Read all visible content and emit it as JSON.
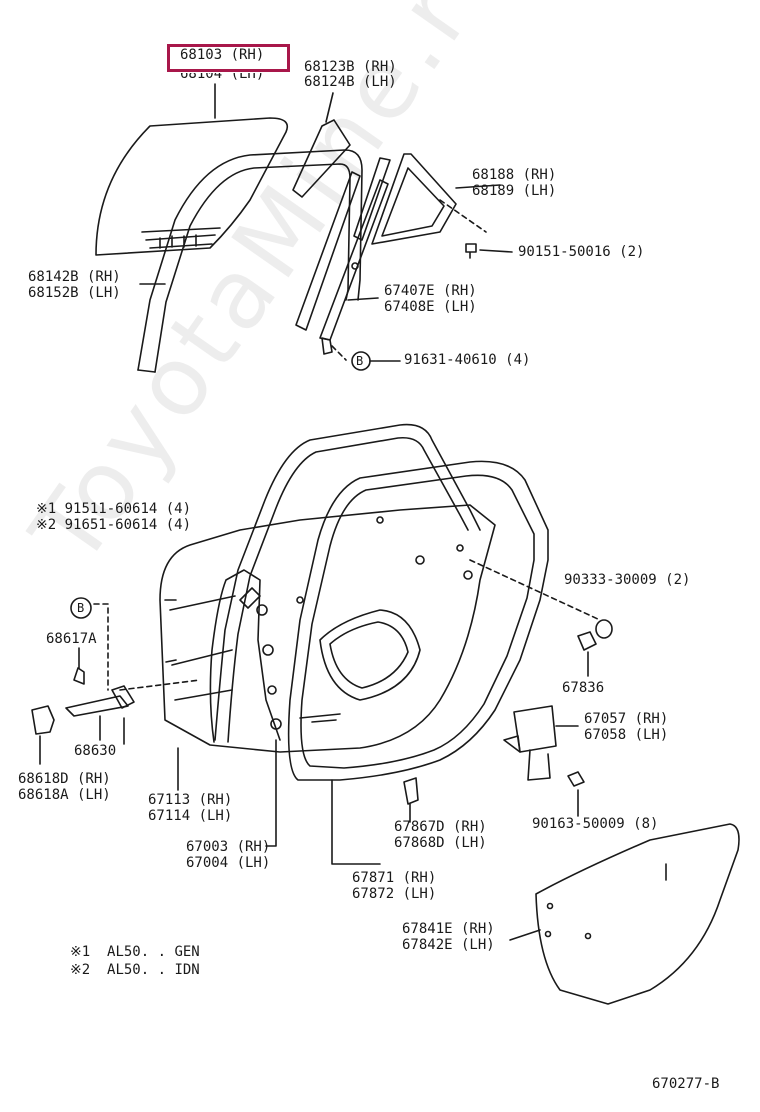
{
  "watermark": "ToyotaMine.ru",
  "highlight": {
    "code_rh": "68103 (RH)",
    "code_lh": "68104 (LH)",
    "color": "#a8174a"
  },
  "labels": {
    "p68123": [
      "68123B (RH)",
      "68124B (LH)"
    ],
    "p68188": [
      "68188 (RH)",
      "68189 (LH)"
    ],
    "p90151": "90151-50016 (2)",
    "p68142": [
      "68142B (RH)",
      "68152B (LH)"
    ],
    "p67407": [
      "67407E (RH)",
      "67408E (LH)"
    ],
    "p91631_marker": "B",
    "p91631": "91631-40610 (4)",
    "p91511": [
      "※1 91511-60614 (4)",
      "※2 91651-60614 (4)"
    ],
    "p90333": "90333-30009 (2)",
    "p68617_marker": "B",
    "p68617": "68617A",
    "p67836": "67836",
    "p67057": [
      "67057 (RH)",
      "67058 (LH)"
    ],
    "p68630": "68630",
    "p68618": [
      "68618D (RH)",
      "68618A (LH)"
    ],
    "p90163": "90163-50009 (8)",
    "p67113": [
      "67113 (RH)",
      "67114 (LH)"
    ],
    "p67867": [
      "67867D (RH)",
      "67868D (LH)"
    ],
    "p67003": [
      "67003 (RH)",
      "67004 (LH)"
    ],
    "p67871": [
      "67871 (RH)",
      "67872 (LH)"
    ],
    "p67841": [
      "67841E (RH)",
      "67842E (LH)"
    ],
    "notes": [
      "※1  AL50. . GEN",
      "※2  AL50. . IDN"
    ],
    "diagram_code": "670277-B"
  }
}
